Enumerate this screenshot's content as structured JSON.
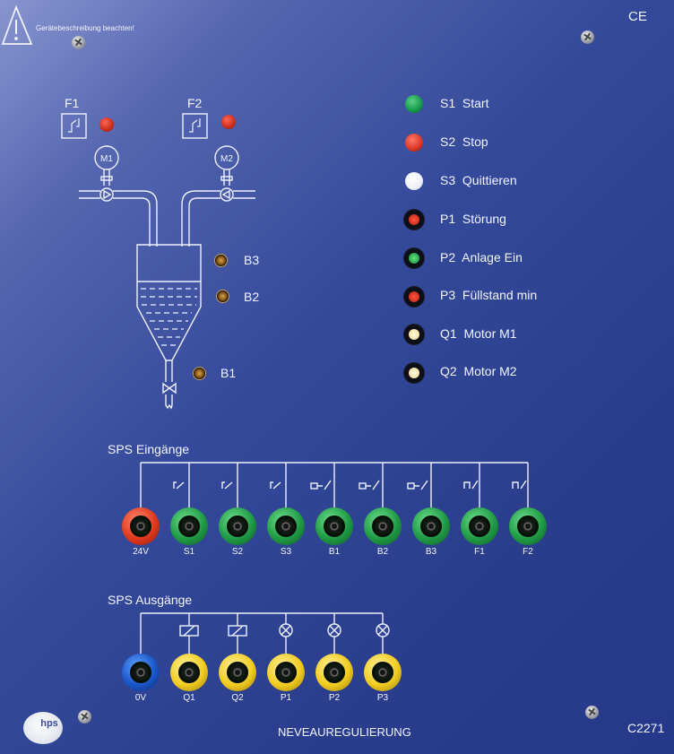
{
  "header": {
    "warning_text": "Gerätebeschreibung beachten!",
    "ce_mark": "CE"
  },
  "controls": [
    {
      "code": "S1",
      "label": "Start",
      "kind": "button",
      "color": "#13984a"
    },
    {
      "code": "S2",
      "label": "Stop",
      "kind": "button",
      "color": "#d93524"
    },
    {
      "code": "S3",
      "label": "Quittieren",
      "kind": "button",
      "color": "#ffffff"
    },
    {
      "code": "P1",
      "label": "Störung",
      "kind": "lamp",
      "color": "#d93524"
    },
    {
      "code": "P2",
      "label": "Anlage Ein",
      "kind": "lamp",
      "color": "#1d8d3c"
    },
    {
      "code": "P3",
      "label": "Füllstand min",
      "kind": "lamp",
      "color": "#d93524"
    },
    {
      "code": "Q1",
      "label": "Motor M1",
      "kind": "lamp",
      "color": "#fffbe5"
    },
    {
      "code": "Q2",
      "label": "Motor M2",
      "kind": "lamp",
      "color": "#fffbe5"
    }
  ],
  "diagram": {
    "fuses": [
      "F1",
      "F2"
    ],
    "motors": [
      "M1",
      "M2"
    ],
    "sensors": [
      "B3",
      "B2",
      "B1"
    ]
  },
  "inputs": {
    "title": "SPS Eingänge",
    "sockets": [
      {
        "label": "24V",
        "color": "red"
      },
      {
        "label": "S1",
        "color": "green"
      },
      {
        "label": "S2",
        "color": "green"
      },
      {
        "label": "S3",
        "color": "green"
      },
      {
        "label": "B1",
        "color": "green"
      },
      {
        "label": "B2",
        "color": "green"
      },
      {
        "label": "B3",
        "color": "green"
      },
      {
        "label": "F1",
        "color": "green"
      },
      {
        "label": "F2",
        "color": "green"
      }
    ]
  },
  "outputs": {
    "title": "SPS Ausgänge",
    "sockets": [
      {
        "label": "0V",
        "color": "blue"
      },
      {
        "label": "Q1",
        "color": "yellow"
      },
      {
        "label": "Q2",
        "color": "yellow"
      },
      {
        "label": "P1",
        "color": "yellow"
      },
      {
        "label": "P2",
        "color": "yellow"
      },
      {
        "label": "P3",
        "color": "yellow"
      }
    ]
  },
  "footer": {
    "brand": "hps",
    "title": "NEVEAUREGULIERUNG",
    "code": "C2271"
  }
}
